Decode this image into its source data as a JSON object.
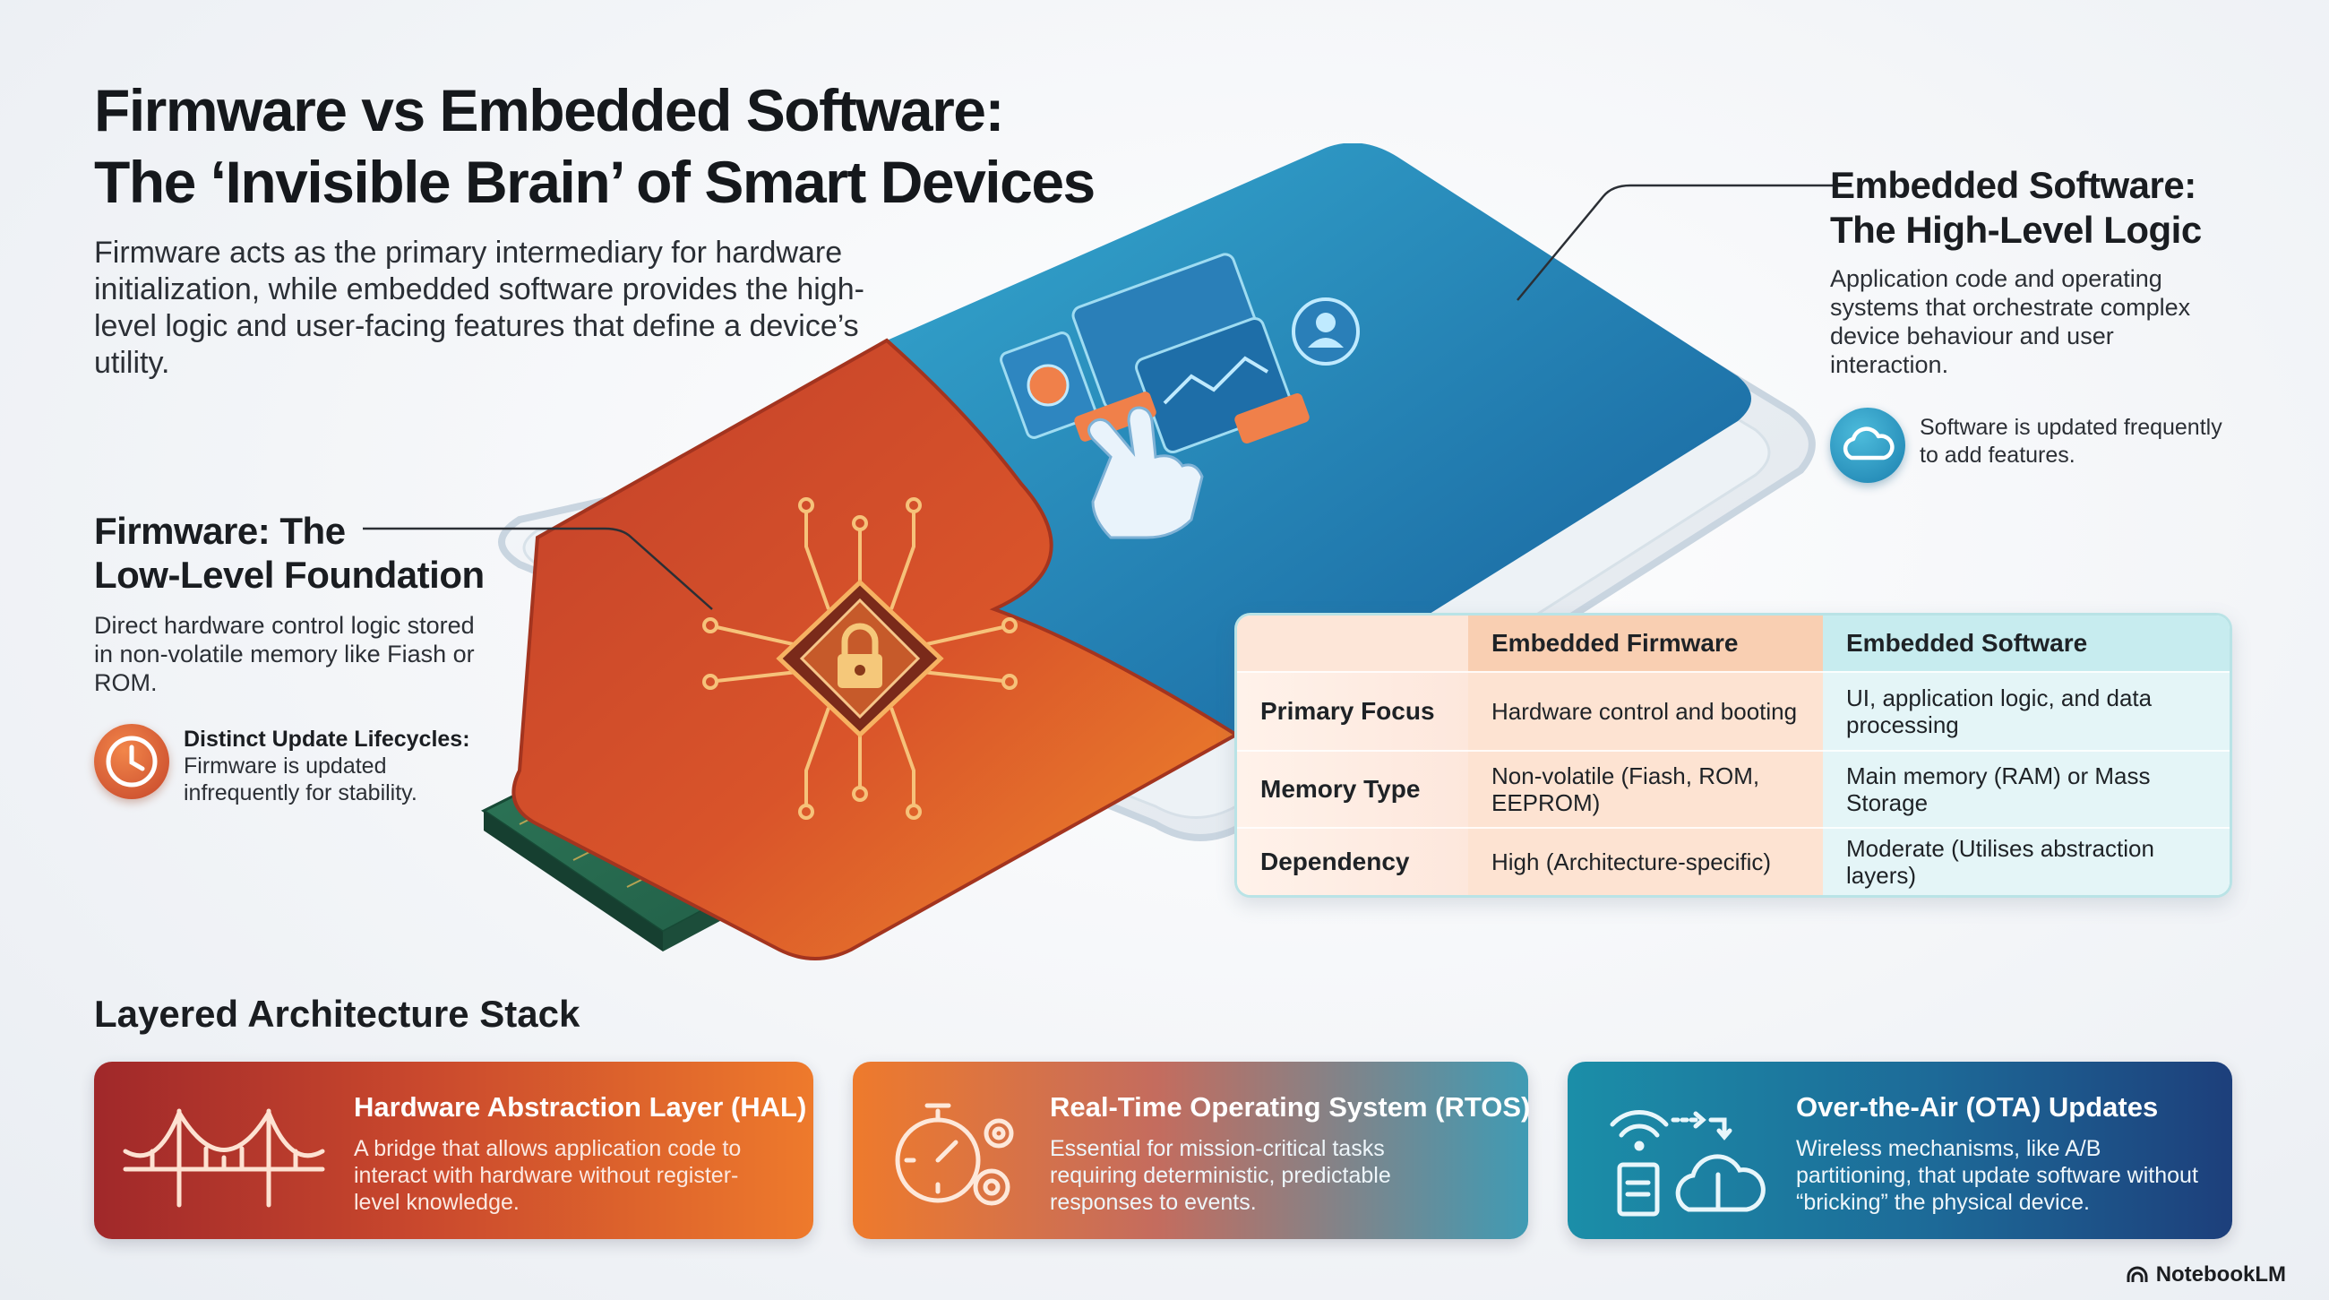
{
  "title": {
    "line1": "Firmware vs Embedded Software:",
    "line2": "The ‘Invisible Brain’ of Smart Devices",
    "subtitle": "Firmware acts as the primary intermediary for hardware initialization, while embedded software provides the high-level logic and user-facing features that define a device’s utility."
  },
  "firmware_section": {
    "heading_line1": "Firmware: The",
    "heading_line2": "Low-Level Foundation",
    "description": "Direct hardware control logic stored in non-volatile memory like Fiash or ROM.",
    "callout_title": "Distinct Update Lifecycles:",
    "callout_text": "Firmware is updated infrequently for stability.",
    "icon": "clock-icon"
  },
  "software_section": {
    "heading_line1": "Embedded Software:",
    "heading_line2": "The High-Level Logic",
    "description": "Application code and operating systems that orchestrate complex device behaviour and user interaction.",
    "callout_text": "Software is updated frequently to add features.",
    "icon": "cloud-icon"
  },
  "comparison_table": {
    "headers": [
      "",
      "Embedded Firmware",
      "Embedded Software"
    ],
    "rows": [
      {
        "label": "Primary Focus",
        "firmware": "Hardware control and booting",
        "software": "UI, application logic, and data processing"
      },
      {
        "label": "Memory Type",
        "firmware": "Non-volatile (Fiash, ROM, EEPROM)",
        "software": "Main memory (RAM) or Mass Storage"
      },
      {
        "label": "Dependency",
        "firmware": "High (Architecture-specific)",
        "software": "Moderate (Utilises abstraction layers)"
      }
    ]
  },
  "stack": {
    "title": "Layered Architecture Stack",
    "cards": [
      {
        "title": "Hardware Abstraction Layer (HAL)",
        "description": "A bridge that allows application code to interact with hardware without register-level knowledge.",
        "icon": "bridge-icon"
      },
      {
        "title": "Real-Time Operating System (RTOS)",
        "description": "Essential for mission-critical tasks requiring deterministic, predictable responses to events.",
        "icon": "stopwatch-gears-icon"
      },
      {
        "title": "Over-the-Air (OTA) Updates",
        "description": "Wireless mechanisms, like A/B partitioning, that update software without “bricking” the physical device.",
        "icon": "wireless-cloud-icon"
      }
    ]
  },
  "branding": "NotebookLM",
  "colors": {
    "firmware_orange": "#e0592a",
    "software_blue": "#1f7fb8",
    "teal_accent": "#3aa6c2"
  }
}
